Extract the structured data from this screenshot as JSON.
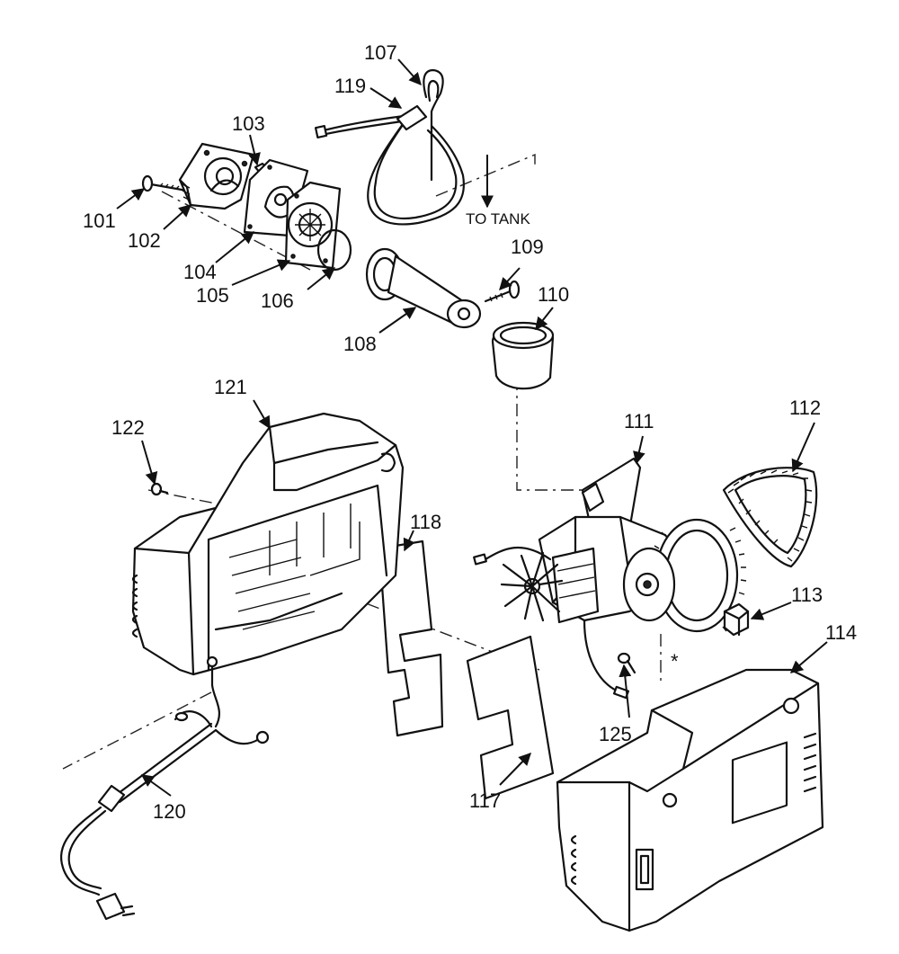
{
  "diagram": {
    "note_to_tank": "TO TANK",
    "asterisk": "*",
    "callouts": {
      "c101": "101",
      "c102": "102",
      "c103": "103",
      "c104": "104",
      "c105": "105",
      "c106": "106",
      "c107": "107",
      "c108": "108",
      "c109": "109",
      "c110": "110",
      "c111": "111",
      "c112": "112",
      "c113": "113",
      "c114": "114",
      "c117": "117",
      "c118": "118",
      "c119": "119",
      "c120": "120",
      "c121": "121",
      "c122": "122",
      "c125": "125"
    }
  }
}
